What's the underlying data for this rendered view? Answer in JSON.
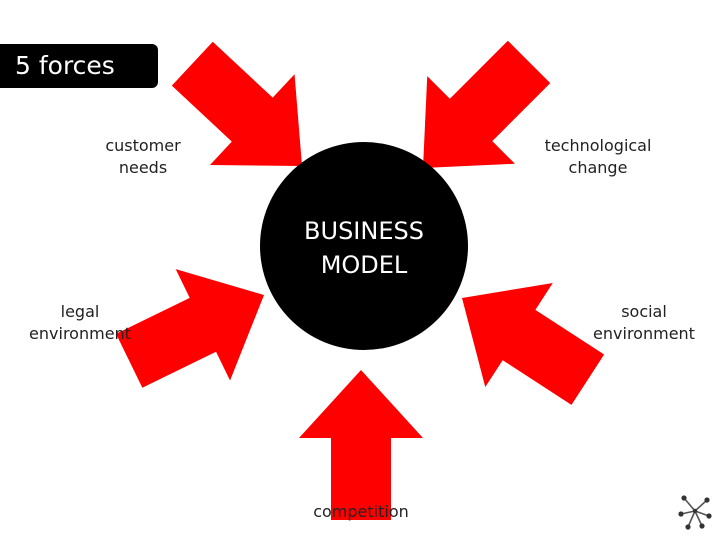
{
  "title": "5 forces",
  "hub": {
    "line1": "BUSINESS",
    "line2": "MODEL"
  },
  "forces": {
    "customer_needs": {
      "line1": "customer",
      "line2": "needs"
    },
    "technological_change": {
      "line1": "technological",
      "line2": "change"
    },
    "legal_environment": {
      "line1": "legal",
      "line2": "environment"
    },
    "social_environment": {
      "line1": "social",
      "line2": "environment"
    },
    "competition": {
      "line1": "competition"
    }
  },
  "colors": {
    "arrow": "#ff0000",
    "hub": "#000000",
    "title_background": "#000000",
    "label_text": "#222222"
  },
  "icons": {
    "corner_logo": "network-star-icon"
  }
}
